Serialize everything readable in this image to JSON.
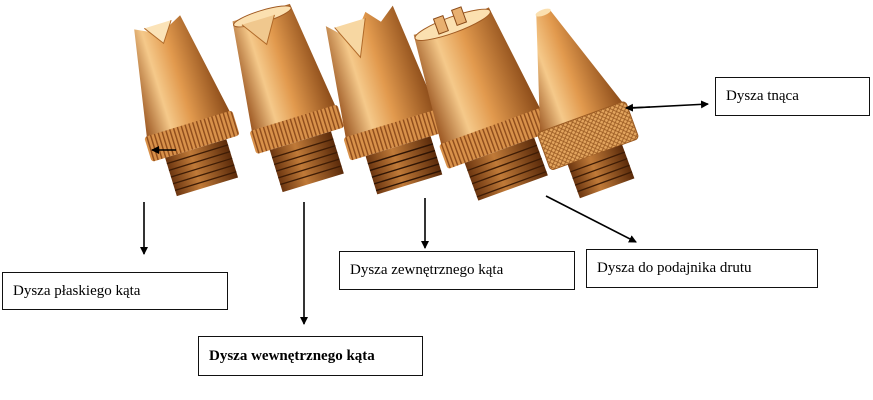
{
  "labels": {
    "flat_angle": "Dysza płaskiego kąta",
    "inner_angle": "Dysza wewnętrznego kąta",
    "outer_angle": "Dysza zewnętrznego kąta",
    "wire_feeder": "Dysza do podajnika drutu",
    "cutting": "Dysza tnąca"
  },
  "colors": {
    "copper_light": "#f4c37a",
    "copper_mid": "#d98a3d",
    "copper_dark": "#8a4a18",
    "background": "#ffffff",
    "border": "#111111"
  }
}
